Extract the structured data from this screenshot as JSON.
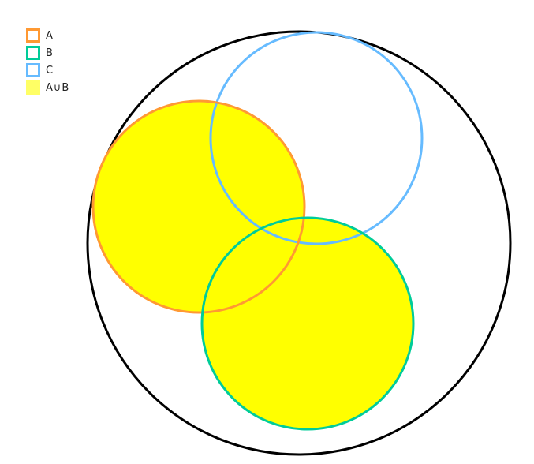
{
  "legend": {
    "items": [
      {
        "key": "A",
        "label": "A",
        "color": "#FF9933",
        "style": "outline"
      },
      {
        "key": "B",
        "label": "B",
        "color": "#00CC99",
        "style": "outline"
      },
      {
        "key": "C",
        "label": "C",
        "color": "#66BBFF",
        "style": "outline"
      },
      {
        "key": "AUB",
        "label": "A∪B",
        "color": "#FFFF00",
        "style": "filled"
      }
    ]
  },
  "diagram": {
    "type": "venn",
    "universe_color": "#000000",
    "sets": [
      {
        "name": "A",
        "color": "#FF9933"
      },
      {
        "name": "B",
        "color": "#00CC99"
      },
      {
        "name": "C",
        "color": "#66BBFF"
      }
    ],
    "highlighted_region": "A∪B",
    "highlight_color": "#FFFF00"
  }
}
